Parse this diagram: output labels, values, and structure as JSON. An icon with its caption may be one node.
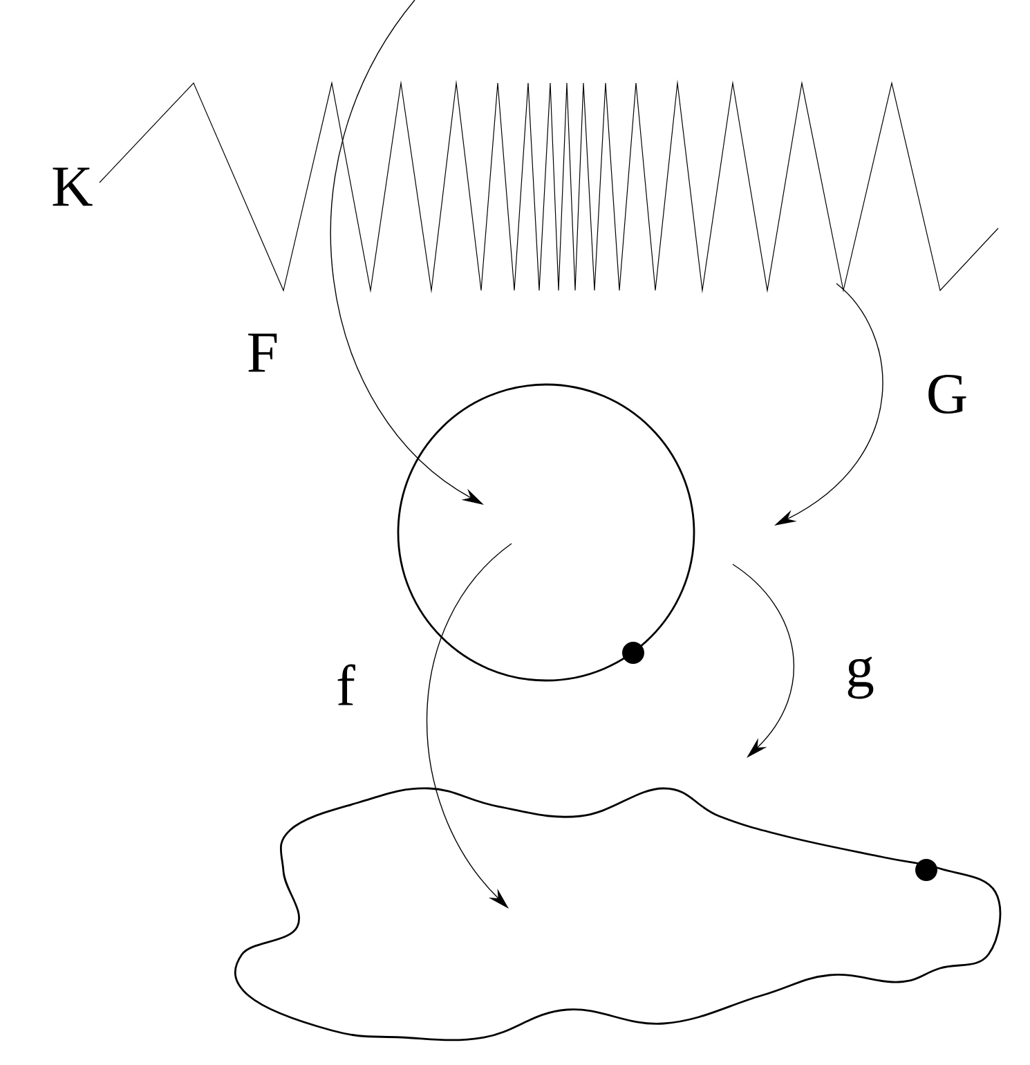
{
  "diagram": {
    "nodes": [
      {
        "text": [
          "K"
        ]
      },
      {
        "text": [],
        "shape": "circle"
      },
      {
        "text": [],
        "shape": "cloud"
      }
    ],
    "edges": [
      {
        "from": null,
        "to": 1,
        "arrow": "to",
        "label": "F"
      },
      {
        "from": 0,
        "to": 1,
        "arrow": "to",
        "label": "G"
      },
      {
        "from": 1,
        "to": 2,
        "arrow": "to",
        "label": "f"
      },
      {
        "from": 1,
        "to": 2,
        "arrow": "to",
        "label": "g"
      }
    ]
  }
}
